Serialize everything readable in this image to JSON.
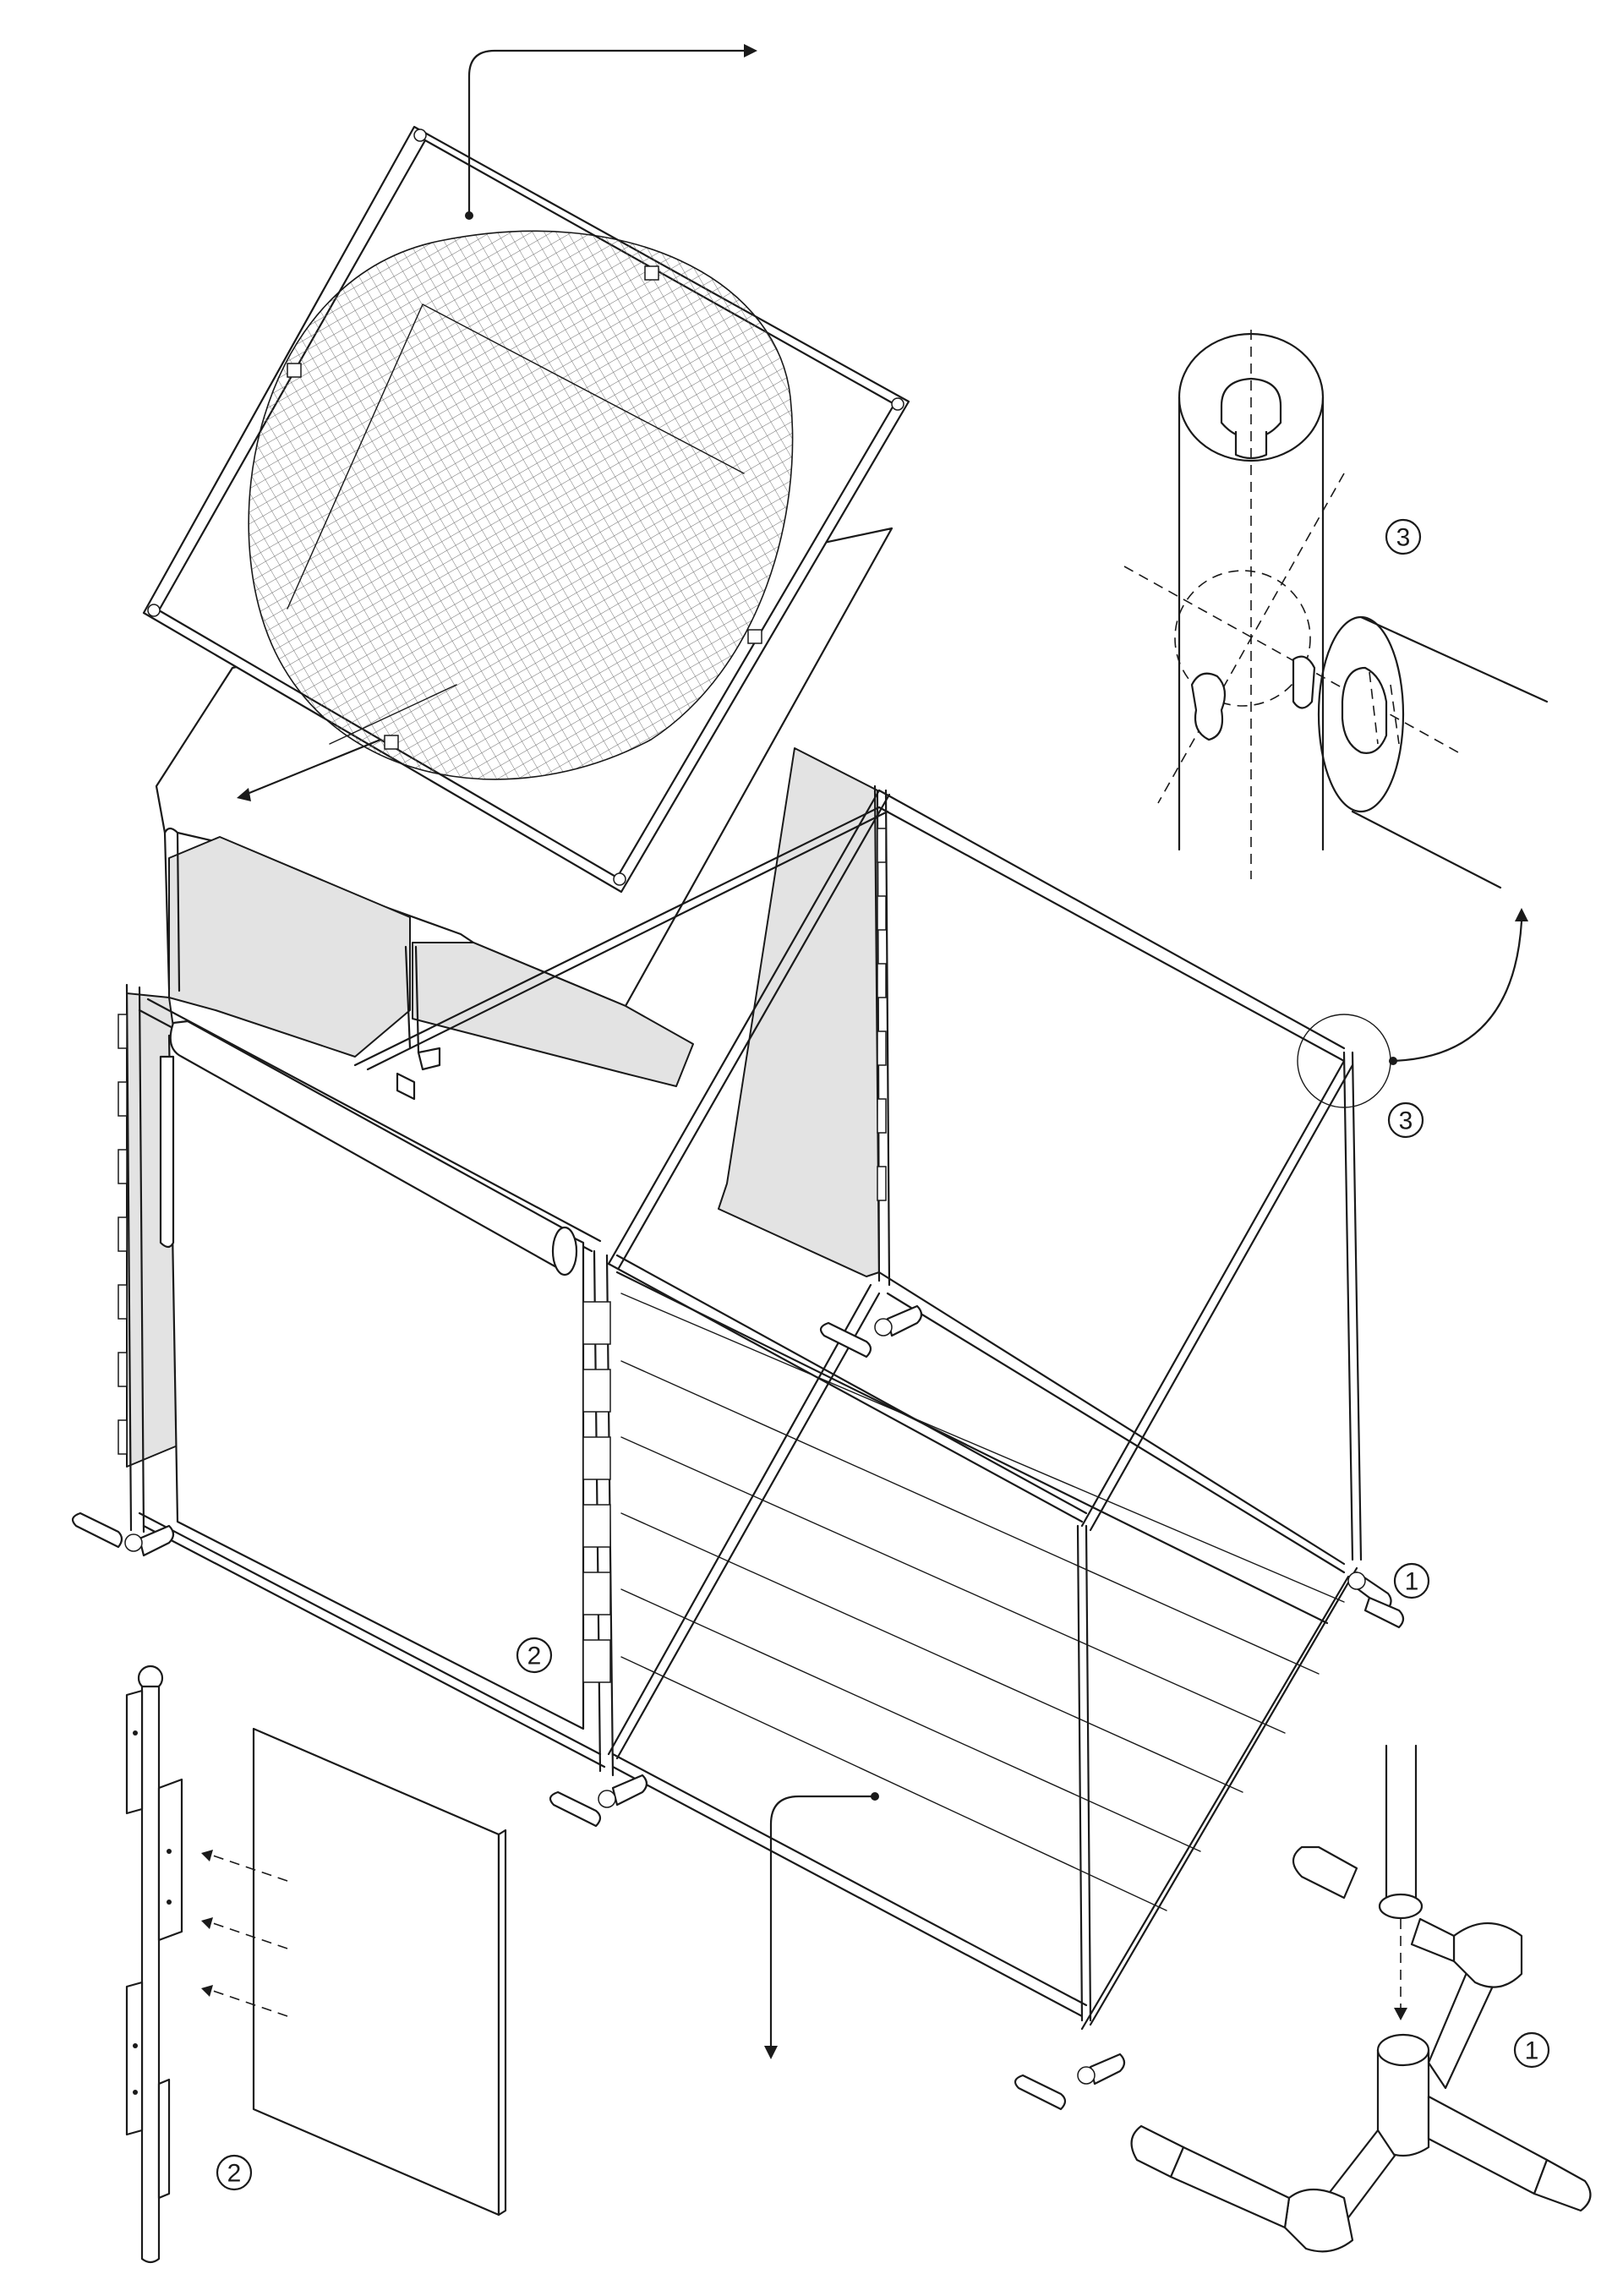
{
  "colors": {
    "line": "#1a1a1a",
    "shade": "#e3e3e3",
    "background": "#ffffff"
  },
  "icons": [
    "arrow-icon",
    "callout-circle-icon"
  ],
  "callouts": [
    {
      "id": "detail-3-label",
      "label": "3"
    },
    {
      "id": "joint-3-label",
      "label": "3"
    },
    {
      "id": "joint-1-label",
      "label": "1"
    },
    {
      "id": "panel-2-label",
      "label": "2"
    },
    {
      "id": "detail-1-label",
      "label": "1"
    },
    {
      "id": "detail-2-label",
      "label": "2"
    }
  ]
}
